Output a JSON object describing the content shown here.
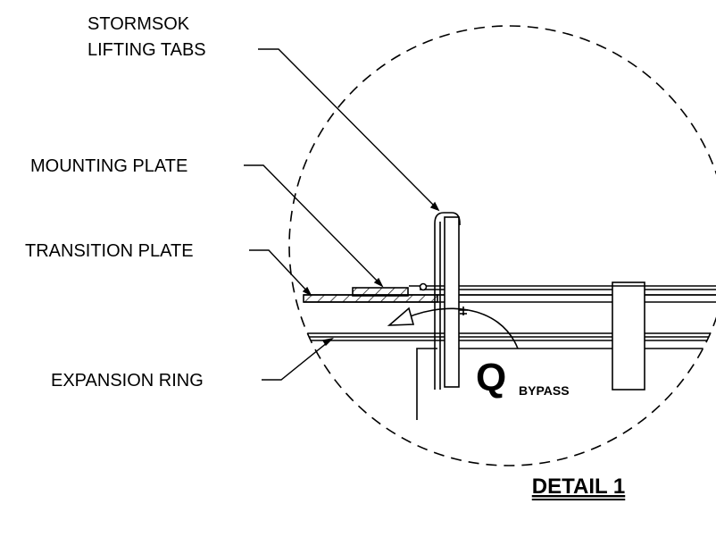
{
  "labels": {
    "stormsok_line1": "STORMSOK",
    "stormsok_line2": "LIFTING TABS",
    "mounting_plate": "MOUNTING PLATE",
    "transition_plate": "TRANSITION PLATE",
    "expansion_ring": "EXPANSION RING"
  },
  "flow": {
    "symbol": "Q",
    "subscript": "BYPASS"
  },
  "title": "DETAIL 1",
  "colors": {
    "ink": "#000000",
    "paper": "#ffffff"
  }
}
